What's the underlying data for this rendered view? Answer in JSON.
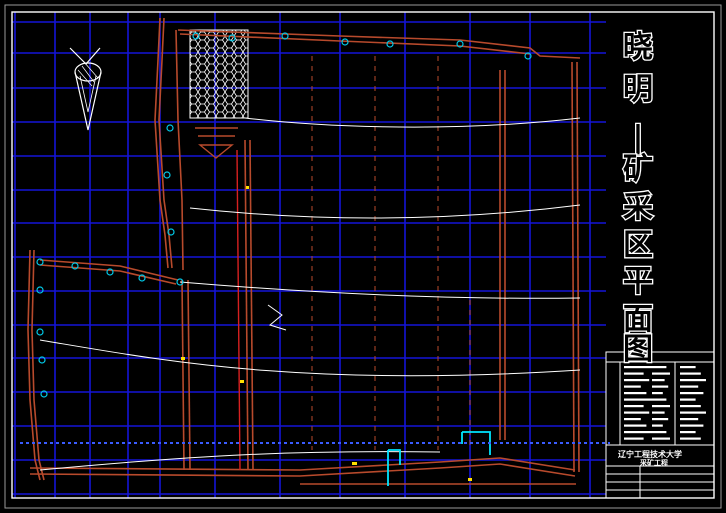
{
  "drawing": {
    "title_chars": [
      "晓",
      "明",
      "|",
      "矿",
      "采",
      "区",
      "平",
      "面",
      "图"
    ],
    "title_block": {
      "university": "辽宁工程技术大学",
      "department": "采矿工程"
    }
  },
  "colors": {
    "background": "#000000",
    "grid": "#1414d8",
    "frame": "#ffffff",
    "roadway": "#b84a2c",
    "contour": "#ffffff",
    "boundary_dash": "#3a5cff",
    "marker": "#00c8e6",
    "highlight_cyan": "#00e5ff",
    "fault": "#d82020",
    "label_yellow": "#ffe000"
  }
}
